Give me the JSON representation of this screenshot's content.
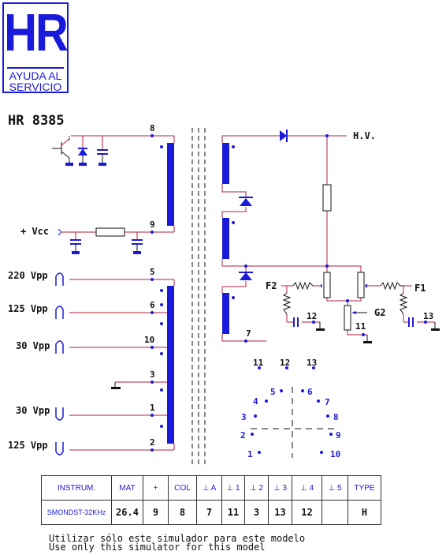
{
  "logo": {
    "letters": "HR",
    "line1": "AYUDA AL",
    "line2": "SERVICIO"
  },
  "model": "HR 8385",
  "primary_labels": {
    "vcc": "+ Vcc",
    "p220": "220 Vpp",
    "p125a": "125 Vpp",
    "p30a": "30 Vpp",
    "p30b": "30 Vpp",
    "p125b": "125 Vpp"
  },
  "primary_pins": {
    "p8": "8",
    "p9": "9",
    "p5": "5",
    "p6": "6",
    "p10": "10",
    "p3": "3",
    "p1": "1",
    "p2": "2"
  },
  "secondary_labels": {
    "hv": "H.V.",
    "f2": "F2",
    "f1": "F1",
    "g2": "G2"
  },
  "secondary_pins": {
    "p7": "7",
    "p12": "12",
    "p11": "11",
    "p13": "13"
  },
  "bottom_view": {
    "top_row": [
      "11",
      "12",
      "13"
    ],
    "left": [
      "5",
      "4",
      "3",
      "2",
      "1"
    ],
    "right": [
      "6",
      "7",
      "8",
      "9",
      "10"
    ]
  },
  "table": {
    "headers": [
      "INSTRUM.",
      "MAT",
      "+",
      "COL",
      "⊥ A",
      "⊥ 1",
      "⊥ 2",
      "⊥ 3",
      "⊥ 4",
      "⊥ 5",
      "TYPE"
    ],
    "values": [
      "SMONDST-32KHz",
      "26.4",
      "9",
      "8",
      "7",
      "11",
      "3",
      "13",
      "12",
      "",
      "H"
    ]
  },
  "notes": {
    "line1": "Utilizar sólo este simulador para este modelo",
    "line2": "Use only this simulator for this model"
  },
  "colors": {
    "blue": "#1a1adb",
    "red": "#b0203a",
    "black": "#111111"
  }
}
